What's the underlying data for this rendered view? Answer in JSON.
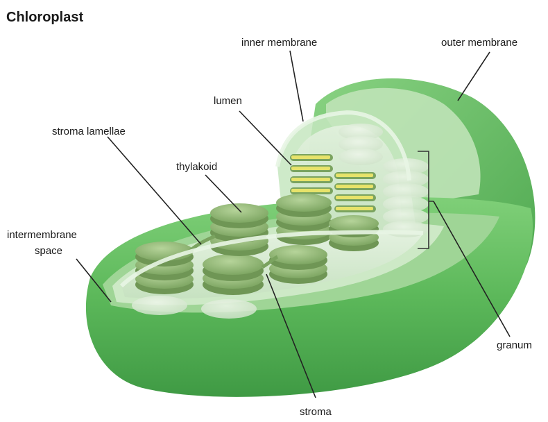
{
  "title": "Chloroplast",
  "labels": {
    "inner_membrane": "inner membrane",
    "outer_membrane": "outer membrane",
    "lumen": "lumen",
    "stroma_lamellae": "stroma lamellae",
    "thylakoid": "thylakoid",
    "intermembrane_space_line1": "intermembrane",
    "intermembrane_space_line2": "space",
    "granum": "granum",
    "stroma": "stroma"
  },
  "colors": {
    "outer_membrane": "#5cb85a",
    "outer_membrane_dark": "#3f9a44",
    "inner_surface": "#a7d6a0",
    "stroma": "#d6ead2",
    "thylakoid": "#8fb572",
    "thylakoid_dark": "#6f9655",
    "lumen": "#e7e36a",
    "leader_line": "#222222"
  }
}
